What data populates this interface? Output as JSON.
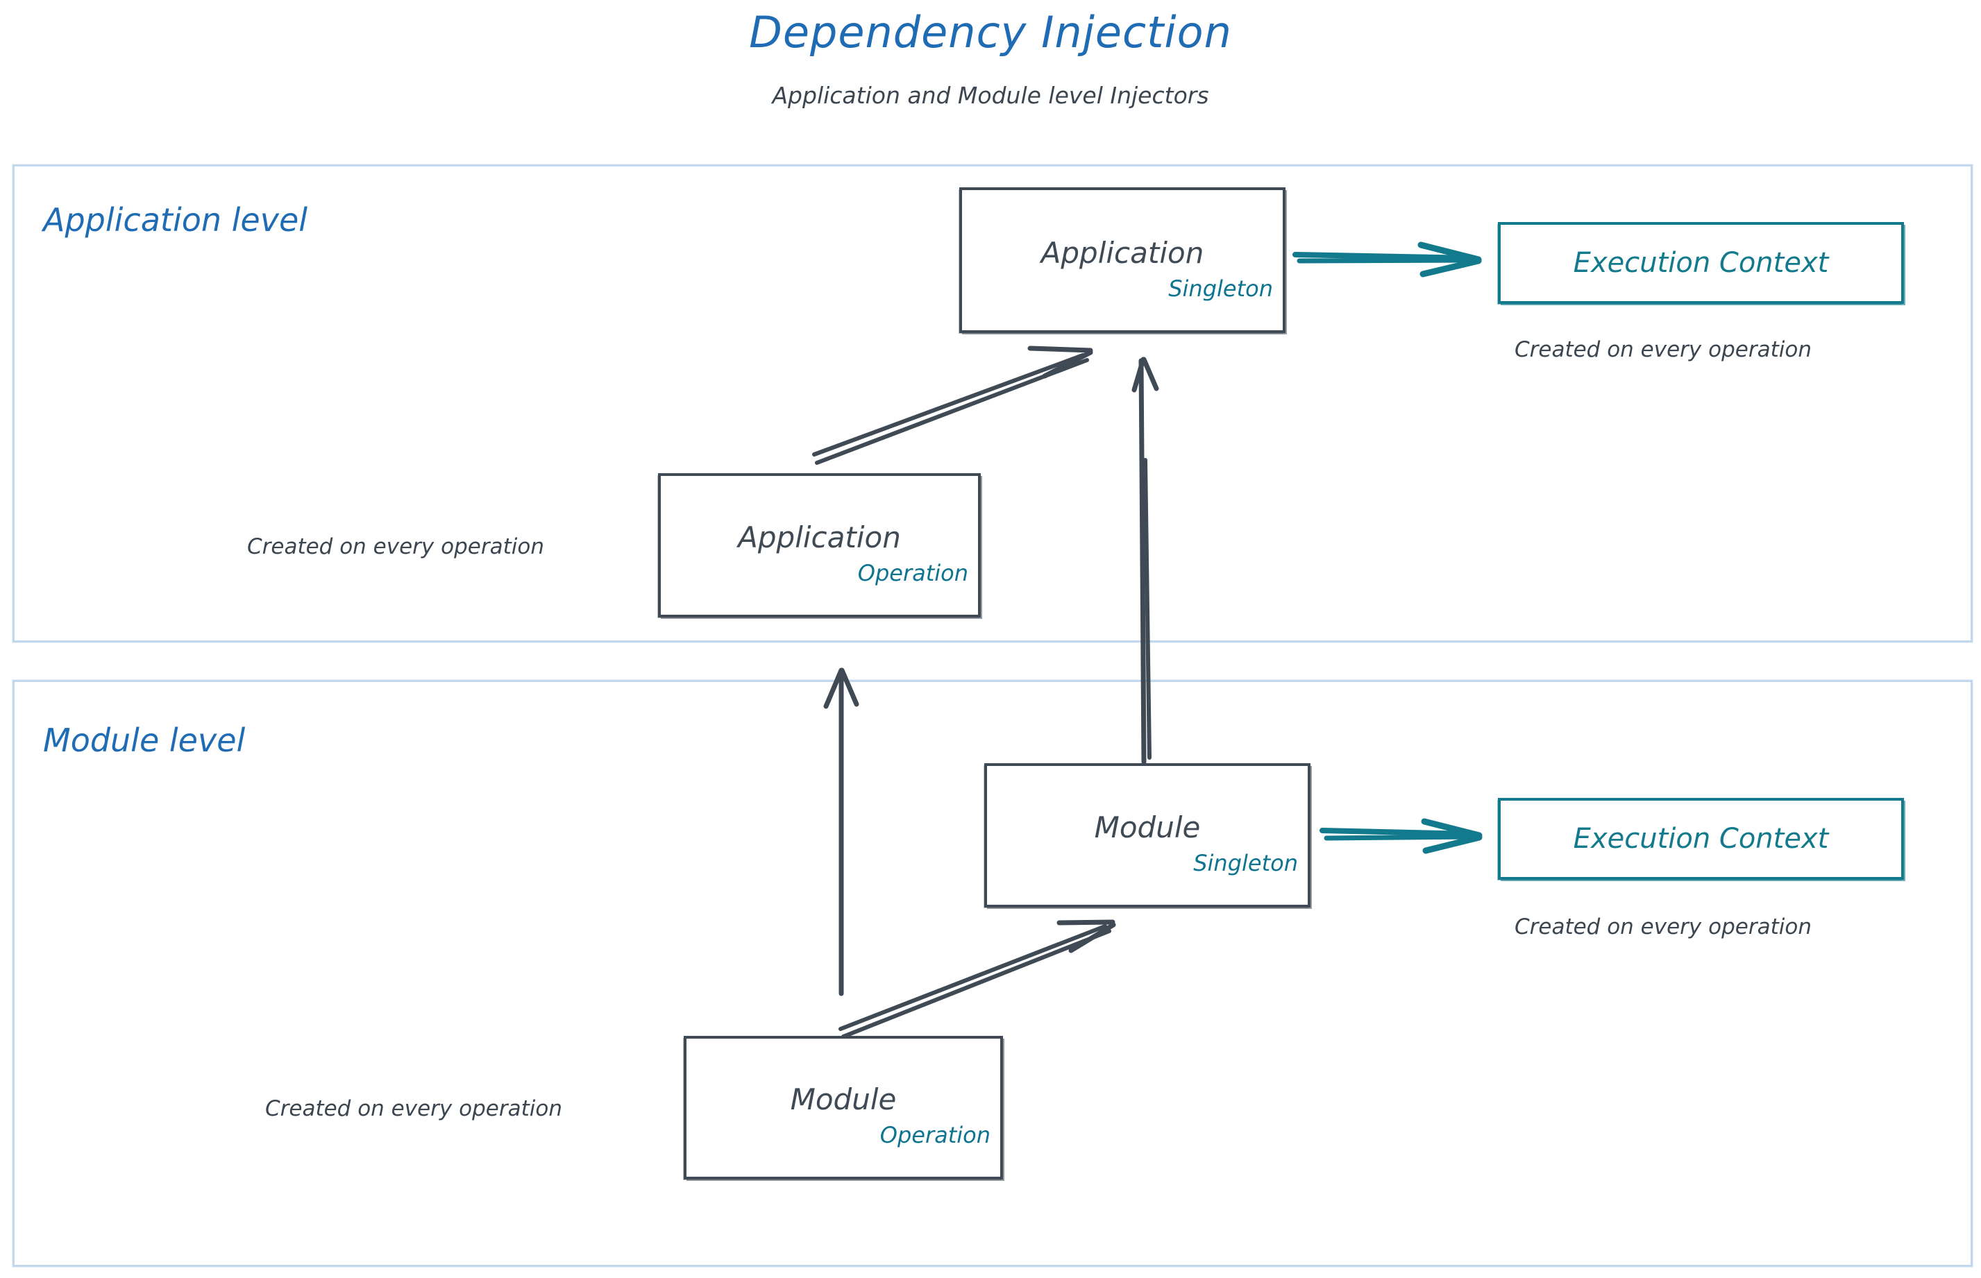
{
  "header": {
    "title": "Dependency Injection",
    "subtitle": "Application and Module level Injectors"
  },
  "colors": {
    "title_blue": "#1f6cb4",
    "level_border": "#c2d8ef",
    "node_stroke": "#3f4a54",
    "scope_teal": "#0e7490",
    "context_teal": "#127a8c",
    "caption_gray": "#3c4650"
  },
  "levels": [
    {
      "id": "application-level",
      "label": "Application level"
    },
    {
      "id": "module-level",
      "label": "Module level"
    }
  ],
  "nodes": {
    "app_singleton": {
      "title": "Application",
      "scope": "Singleton"
    },
    "app_operation": {
      "title": "Application",
      "scope": "Operation"
    },
    "module_singleton": {
      "title": "Module",
      "scope": "Singleton"
    },
    "module_operation": {
      "title": "Module",
      "scope": "Operation"
    }
  },
  "contexts": {
    "app_context": {
      "label": "Execution Context",
      "caption": "Created on every operation"
    },
    "module_context": {
      "label": "Execution Context",
      "caption": "Created on every operation"
    }
  },
  "captions": {
    "app_operation_note": "Created on every operation",
    "module_operation_note": "Created on every operation"
  },
  "chart_data": {
    "type": "diagram",
    "title": "Dependency Injection",
    "subtitle": "Application and Module level Injectors",
    "groups": [
      {
        "name": "Application level",
        "nodes": [
          "Application / Singleton",
          "Application / Operation",
          "Execution Context"
        ]
      },
      {
        "name": "Module level",
        "nodes": [
          "Module / Singleton",
          "Module / Operation",
          "Execution Context"
        ]
      }
    ],
    "edges": [
      {
        "from": "Application / Operation",
        "to": "Application / Singleton",
        "style": "sketch-arrow"
      },
      {
        "from": "Module / Singleton",
        "to": "Application / Singleton",
        "style": "sketch-arrow"
      },
      {
        "from": "Module / Operation",
        "to": "Application / Operation",
        "style": "sketch-arrow"
      },
      {
        "from": "Module / Operation",
        "to": "Module / Singleton",
        "style": "sketch-arrow"
      },
      {
        "from": "Application / Singleton",
        "to": "Execution Context",
        "style": "teal-arrow"
      },
      {
        "from": "Module / Singleton",
        "to": "Execution Context",
        "style": "teal-arrow"
      }
    ]
  }
}
